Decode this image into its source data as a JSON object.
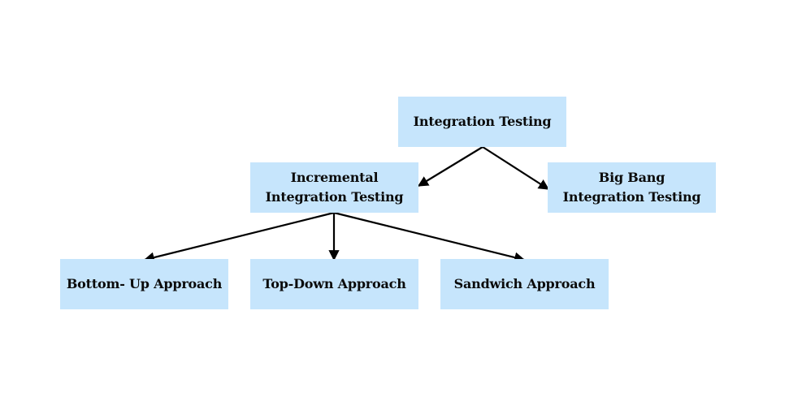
{
  "diagram": {
    "root": {
      "label": "Integration Testing"
    },
    "incremental": {
      "line1": "Incremental",
      "line2": "Integration Testing"
    },
    "big_bang": {
      "line1": "Big Bang",
      "line2": "Integration Testing"
    },
    "bottom_up": {
      "label": "Bottom- Up Approach"
    },
    "top_down": {
      "label": "Top-Down Approach"
    },
    "sandwich": {
      "label": "Sandwich Approach"
    }
  },
  "colors": {
    "node_fill": "#c6e5fc",
    "text": "#0b0b0b",
    "edge": "#000000"
  }
}
